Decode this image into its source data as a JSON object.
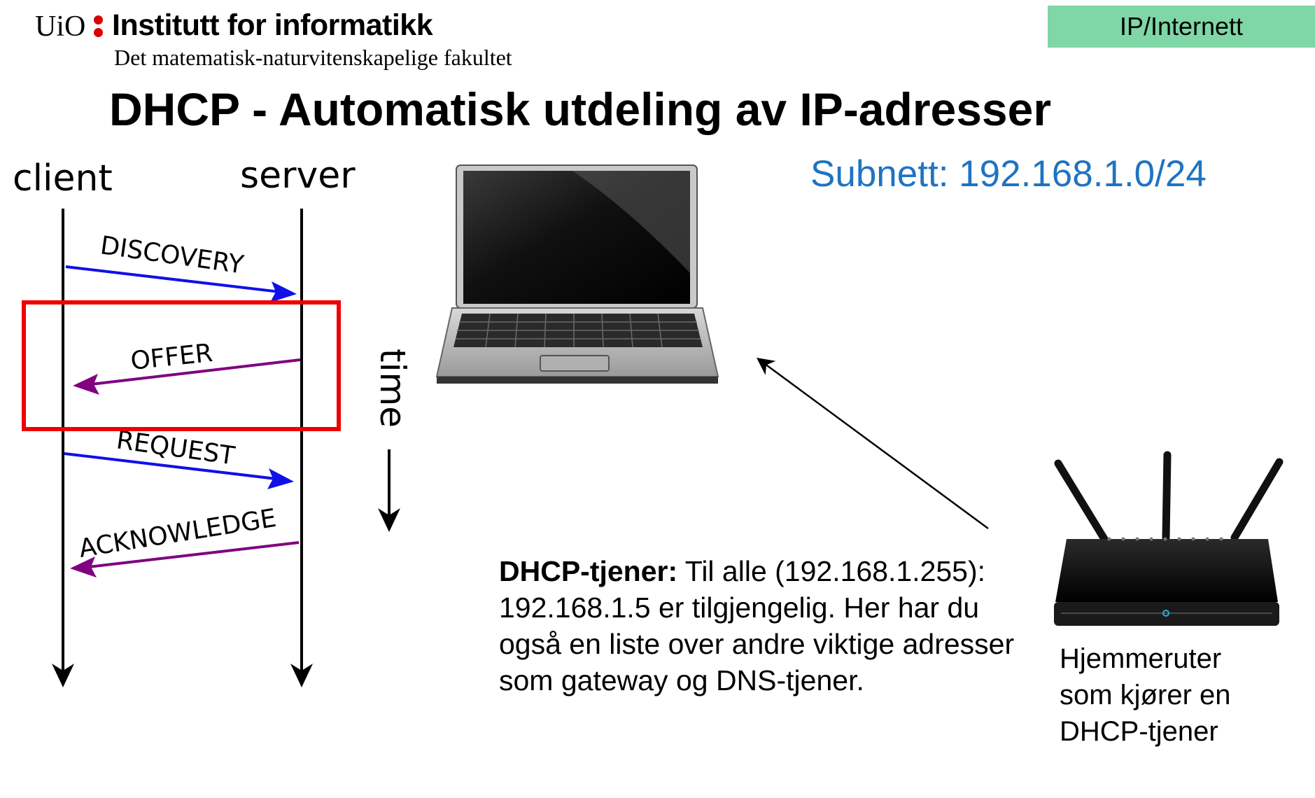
{
  "header": {
    "university": "UiO",
    "institute": "Institutt for informatikk",
    "faculty": "Det matematisk-naturvitenskapelige fakultet",
    "topic_badge": "IP/Internett"
  },
  "slide": {
    "title": "DHCP - Automatisk utdeling av IP-adresser",
    "subnet": "Subnett: 192.168.1.0/24"
  },
  "sequence": {
    "client_label": "client",
    "server_label": "server",
    "time_label": "time",
    "messages": [
      {
        "label": "DISCOVERY",
        "from": "client",
        "to": "server",
        "color": "#1010e8"
      },
      {
        "label": "OFFER",
        "from": "server",
        "to": "client",
        "color": "#800080"
      },
      {
        "label": "REQUEST",
        "from": "client",
        "to": "server",
        "color": "#1010e8"
      },
      {
        "label": "ACKNOWLEDGE",
        "from": "server",
        "to": "client",
        "color": "#800080"
      }
    ],
    "highlight_color": "#ee0000",
    "highlighted_message": "OFFER"
  },
  "description": {
    "bold_label": "DHCP-tjener:",
    "text": " Til alle (192.168.1.255): 192.168.1.5 er tilgjengelig. Her har du også en liste over andre viktige adresser som gateway og DNS-tjener."
  },
  "router_caption": "Hjemmeruter\nsom kjører en\nDHCP-tjener",
  "icons": {
    "laptop": "laptop-icon",
    "router": "wifi-router-icon"
  }
}
